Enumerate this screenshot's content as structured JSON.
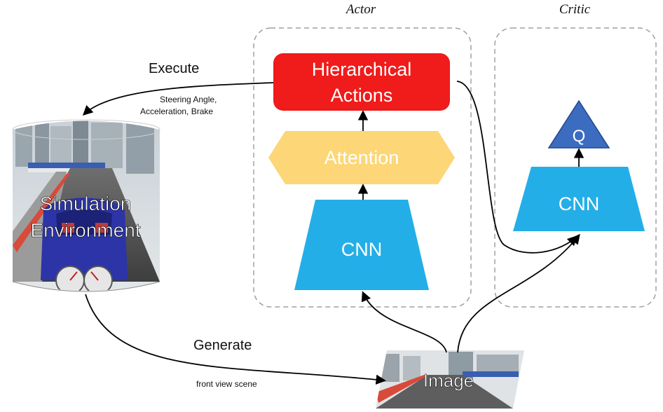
{
  "titles": {
    "actor": "Actor",
    "critic": "Critic"
  },
  "labels": {
    "execute": "Execute",
    "execute_detail_line1": "Steering Angle,",
    "execute_detail_line2": "Acceleration, Brake",
    "generate": "Generate",
    "generate_detail": "front view scene"
  },
  "environment": {
    "line1": "Simulation",
    "line2": "Environment"
  },
  "actor": {
    "actions_line1": "Hierarchical",
    "actions_line2": "Actions",
    "attention": "Attention",
    "cnn": "CNN"
  },
  "critic": {
    "q": "Q",
    "cnn": "CNN"
  },
  "image_block": {
    "label": "Image"
  },
  "colors": {
    "actions": "#f01b1b",
    "attention": "#fcd677",
    "cnn": "#24aee8",
    "q": "#3b6cc0",
    "dashed_border": "#a0a0a0"
  },
  "icons": {
    "environment": "racing-simulator-cylinder",
    "image": "front-view-road-scene"
  }
}
